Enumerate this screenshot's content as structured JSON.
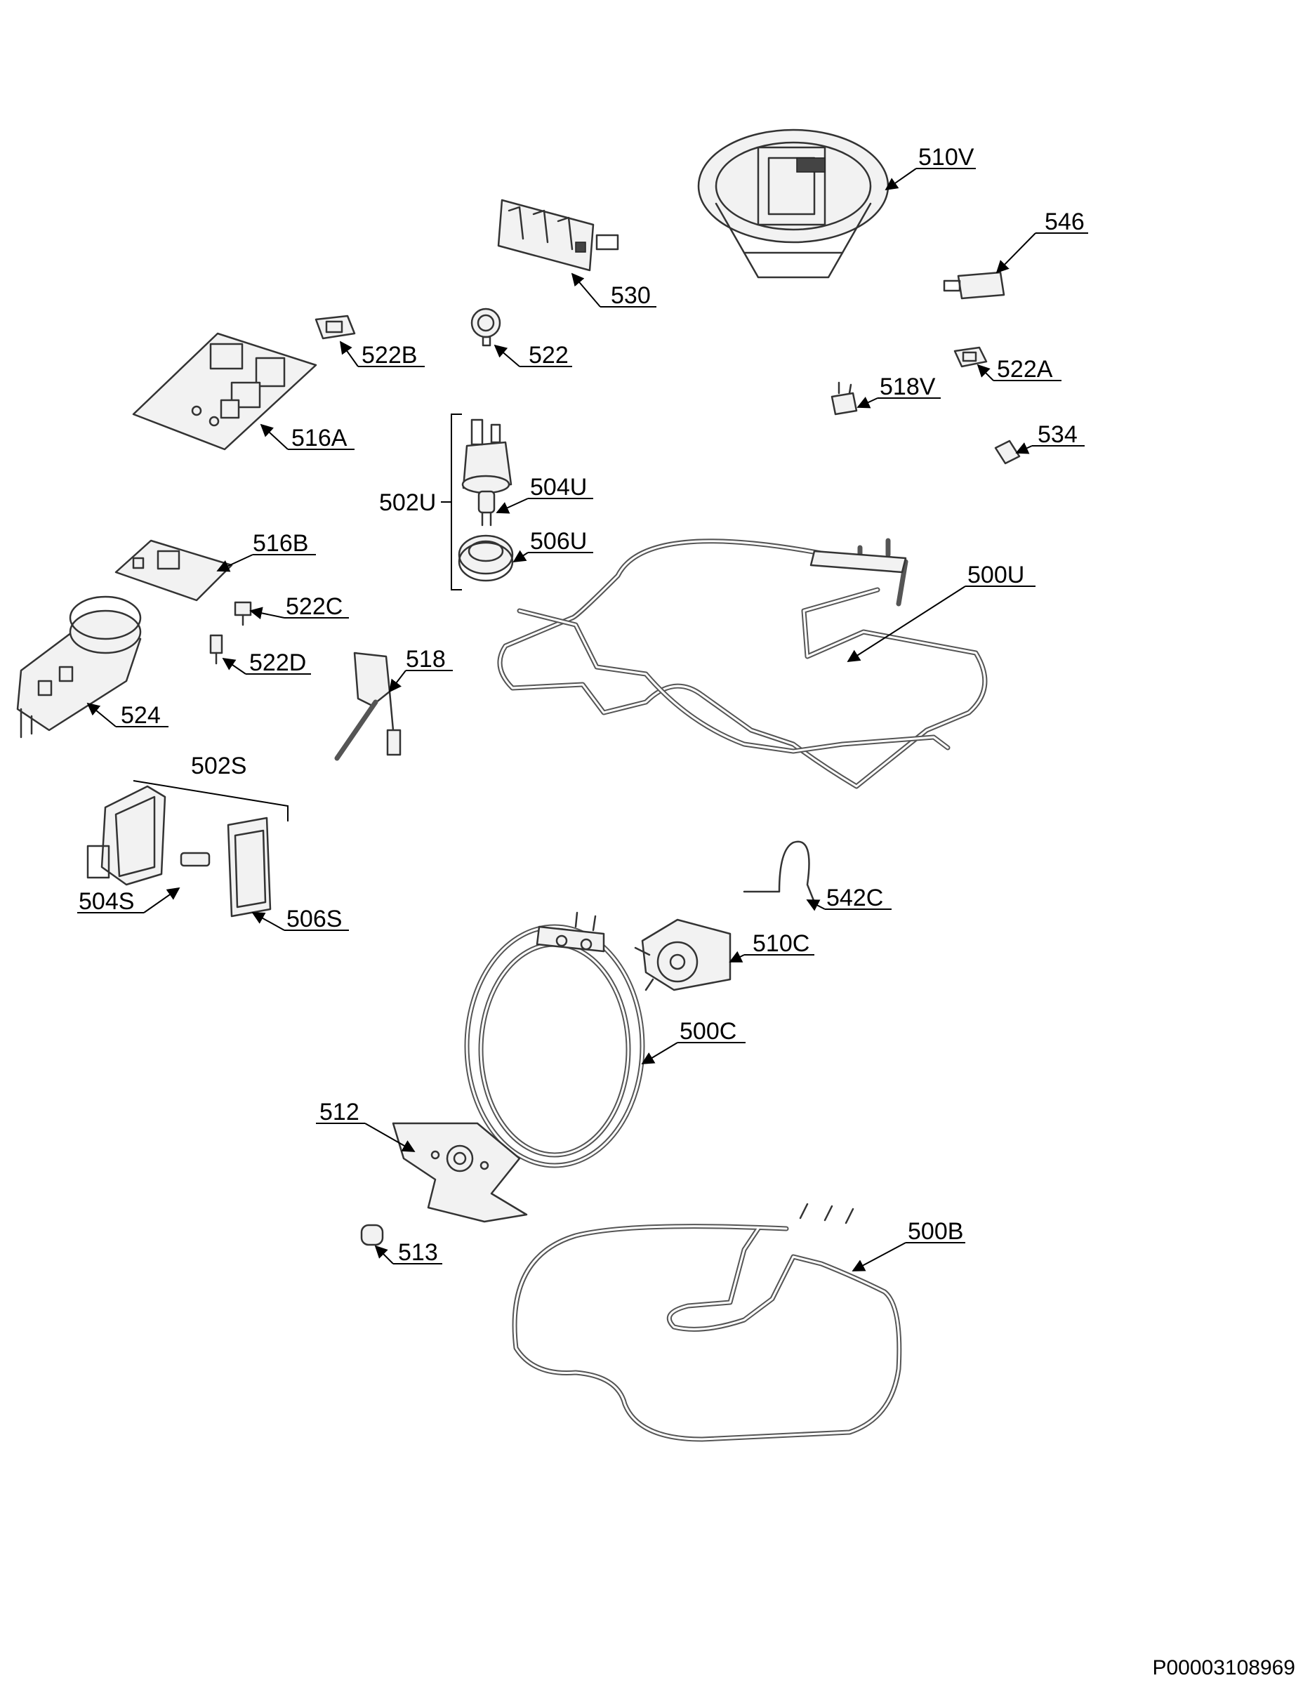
{
  "diagram_ref": "P00003108969",
  "labels": {
    "l510V": "510V",
    "l546": "546",
    "l530": "530",
    "l522B": "522B",
    "l522": "522",
    "l522A": "522A",
    "l518V": "518V",
    "l516A": "516A",
    "l534": "534",
    "l502U": "502U",
    "l504U": "504U",
    "l506U": "506U",
    "l500U": "500U",
    "l516B": "516B",
    "l522C": "522C",
    "l522D": "522D",
    "l518": "518",
    "l524": "524",
    "l502S": "502S",
    "l504S": "504S",
    "l506S": "506S",
    "l542C": "542C",
    "l510C": "510C",
    "l500C": "500C",
    "l512": "512",
    "l513": "513",
    "l500B": "500B"
  }
}
